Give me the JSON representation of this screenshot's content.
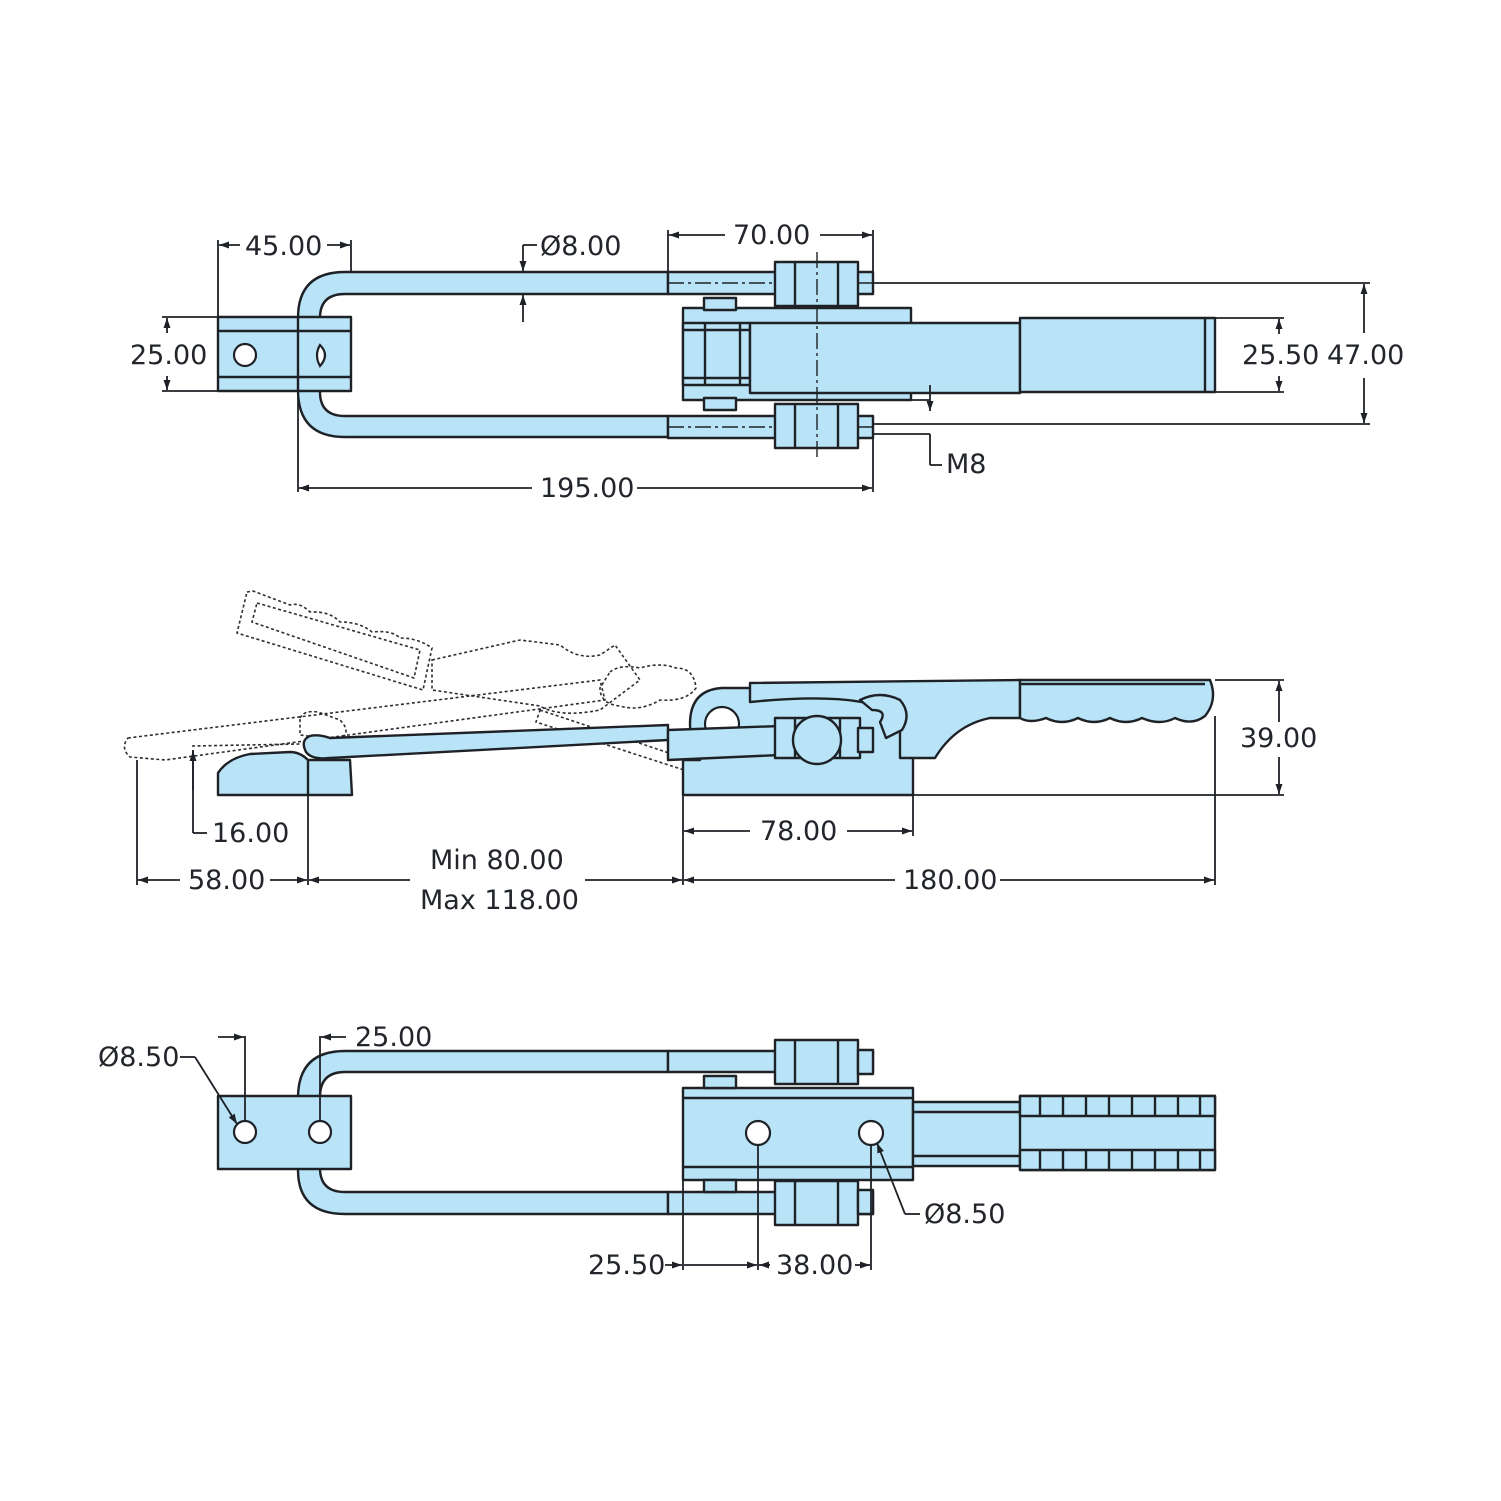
{
  "colors": {
    "part_fill": "#b9e4f7",
    "line": "#1e2227",
    "background": "#ffffff"
  },
  "top_view": {
    "dim_45": "45.00",
    "dim_d8": "Ø8.00",
    "dim_70": "70.00",
    "dim_25": "25.00",
    "dim_25_50": "25.50",
    "dim_47": "47.00",
    "dim_m8": "M8",
    "dim_195": "195.00"
  },
  "side_view": {
    "dim_39": "39.00",
    "dim_16": "16.00",
    "dim_78": "78.00",
    "dim_58": "58.00",
    "dim_min": "Min 80.00",
    "dim_max": "Max 118.00",
    "dim_180": "180.00"
  },
  "bottom_view": {
    "dim_d8_50_left": "Ø8.50",
    "dim_25": "25.00",
    "dim_d8_50_right": "Ø8.50",
    "dim_25_50": "25.50",
    "dim_38": "38.00"
  }
}
